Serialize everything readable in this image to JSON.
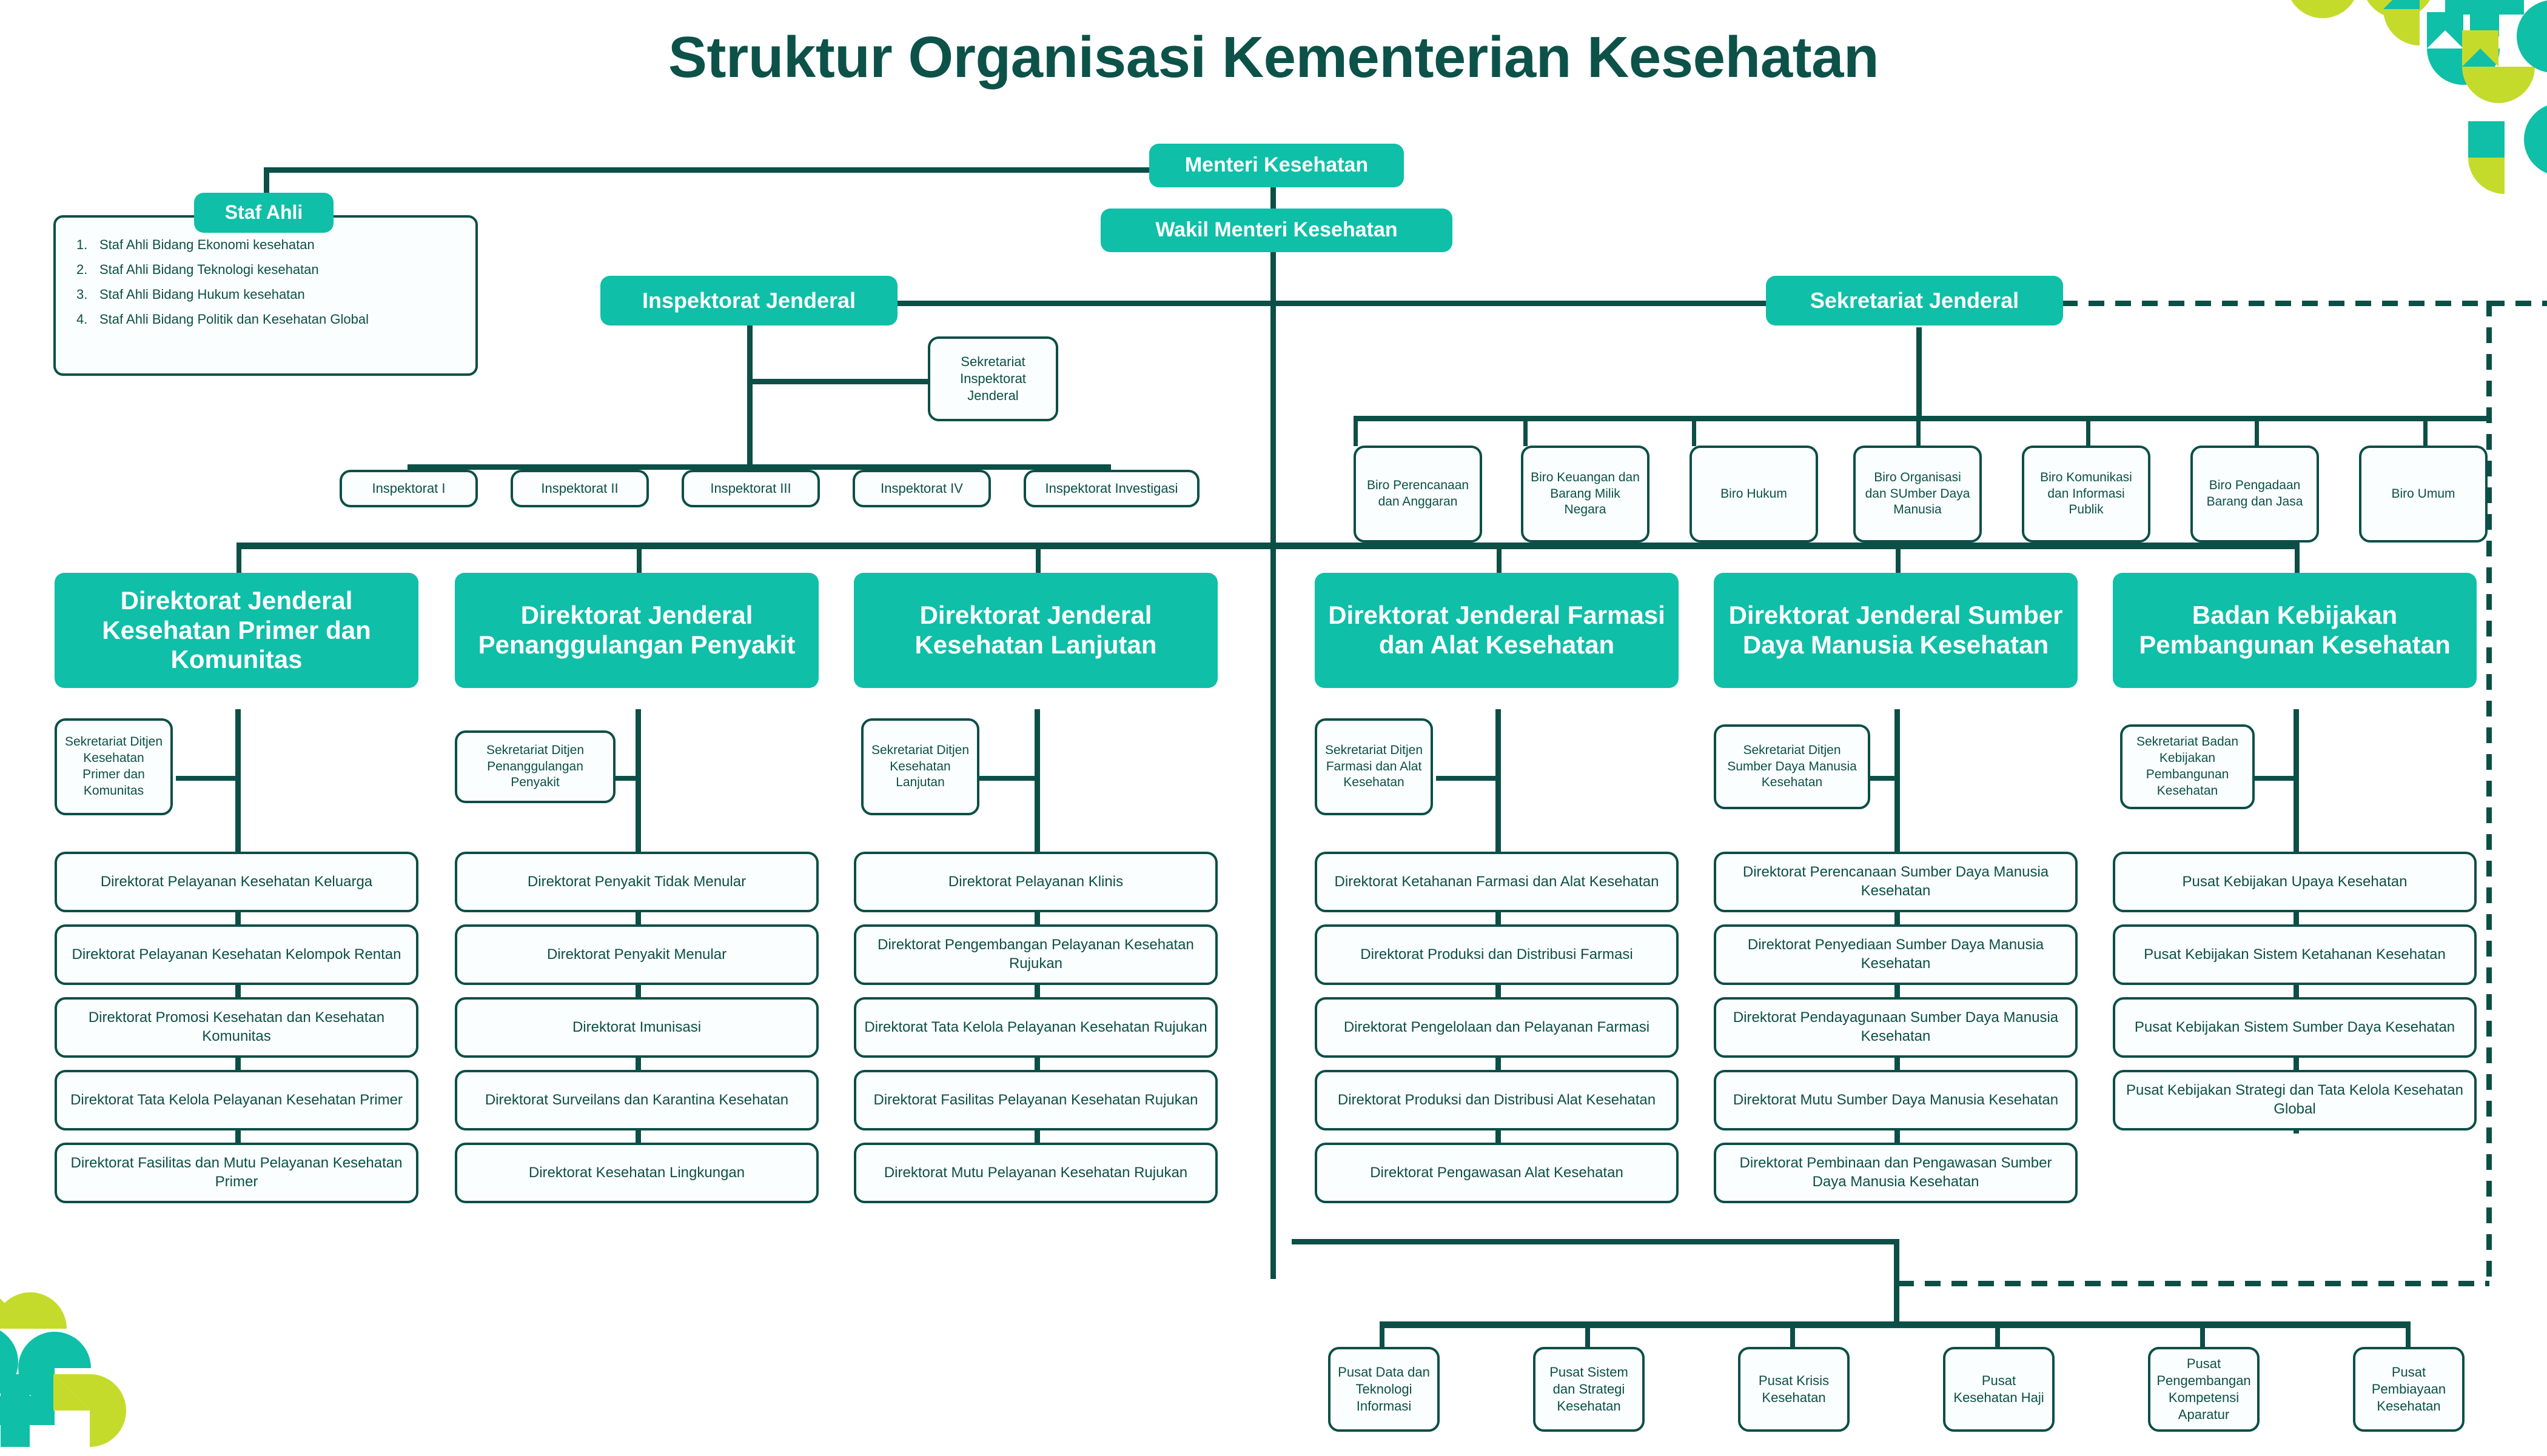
{
  "title": "Struktur Organisasi Kementerian Kesehatan",
  "colors": {
    "accent_teal": "#0FBFA8",
    "dark_green": "#0C4F47",
    "title_green": "#0C5249",
    "lime": "#C5DB2C",
    "box_bg": "#FBFEFE"
  },
  "top": {
    "menteri": "Menteri Kesehatan",
    "wakil_menteri": "Wakil Menteri Kesehatan"
  },
  "staf_ahli": {
    "header": "Staf Ahli",
    "items": [
      "Staf Ahli Bidang Ekonomi kesehatan",
      "Staf Ahli Bidang Teknologi kesehatan",
      "Staf Ahli Bidang Hukum kesehatan",
      "Staf Ahli Bidang Politik dan Kesehatan Global"
    ]
  },
  "inspektorat": {
    "header": "Inspektorat Jenderal",
    "sekretariat": "Sekretariat Inspektorat Jenderal",
    "units": [
      "Inspektorat I",
      "Inspektorat II",
      "Inspektorat III",
      "Inspektorat IV",
      "Inspektorat Investigasi"
    ]
  },
  "sekretariat_jenderal": {
    "header": "Sekretariat Jenderal",
    "biro": [
      "Biro Perencanaan dan Anggaran",
      "Biro Keuangan dan Barang Milik Negara",
      "Biro Hukum",
      "Biro Organisasi dan SUmber Daya Manusia",
      "Biro Komunikasi dan Informasi Publik",
      "Biro Pengadaan Barang dan Jasa",
      "Biro Umum"
    ]
  },
  "columns": [
    {
      "header": "Direktorat Jenderal Kesehatan Primer dan Komunitas",
      "sekretariat": "Sekretariat Ditjen Kesehatan Primer dan Komunitas",
      "units": [
        "Direktorat Pelayanan Kesehatan Keluarga",
        "Direktorat Pelayanan Kesehatan Kelompok Rentan",
        "Direktorat Promosi Kesehatan dan Kesehatan Komunitas",
        "Direktorat Tata Kelola Pelayanan Kesehatan Primer",
        "Direktorat Fasilitas dan Mutu Pelayanan Kesehatan Primer"
      ]
    },
    {
      "header": "Direktorat Jenderal Penanggulangan Penyakit",
      "sekretariat": "Sekretariat Ditjen Penanggulangan Penyakit",
      "units": [
        "Direktorat Penyakit Tidak Menular",
        "Direktorat Penyakit Menular",
        "Direktorat Imunisasi",
        "Direktorat Surveilans dan Karantina Kesehatan",
        "Direktorat Kesehatan Lingkungan"
      ]
    },
    {
      "header": "Direktorat Jenderal Kesehatan Lanjutan",
      "sekretariat": "Sekretariat Ditjen Kesehatan Lanjutan",
      "units": [
        "Direktorat Pelayanan Klinis",
        "Direktorat Pengembangan Pelayanan Kesehatan Rujukan",
        "Direktorat Tata Kelola Pelayanan Kesehatan Rujukan",
        "Direktorat Fasilitas Pelayanan Kesehatan Rujukan",
        "Direktorat Mutu Pelayanan Kesehatan Rujukan"
      ]
    },
    {
      "header": "Direktorat Jenderal Farmasi dan Alat Kesehatan",
      "sekretariat": "Sekretariat Ditjen Farmasi dan Alat Kesehatan",
      "units": [
        "Direktorat Ketahanan Farmasi dan Alat Kesehatan",
        "Direktorat Produksi dan Distribusi Farmasi",
        "Direktorat Pengelolaan dan Pelayanan Farmasi",
        "Direktorat Produksi dan Distribusi Alat Kesehatan",
        "Direktorat Pengawasan Alat Kesehatan"
      ]
    },
    {
      "header": "Direktorat Jenderal Sumber Daya Manusia Kesehatan",
      "sekretariat": "Sekretariat Ditjen Sumber Daya Manusia Kesehatan",
      "units": [
        "Direktorat Perencanaan Sumber Daya Manusia Kesehatan",
        "Direktorat Penyediaan Sumber Daya Manusia Kesehatan",
        "Direktorat Pendayagunaan Sumber Daya Manusia Kesehatan",
        "Direktorat Mutu Sumber Daya Manusia Kesehatan",
        "Direktorat Pembinaan dan Pengawasan Sumber Daya Manusia Kesehatan"
      ]
    },
    {
      "header": "Badan Kebijakan Pembangunan Kesehatan",
      "sekretariat": "Sekretariat Badan Kebijakan Pembangunan Kesehatan",
      "units": [
        "Pusat Kebijakan Upaya Kesehatan",
        "Pusat Kebijakan Sistem Ketahanan Kesehatan",
        "Pusat Kebijakan Sistem Sumber Daya Kesehatan",
        "Pusat Kebijakan Strategi dan Tata Kelola Kesehatan Global"
      ]
    }
  ],
  "pusat": [
    "Pusat Data dan Teknologi Informasi",
    "Pusat Sistem dan Strategi Kesehatan",
    "Pusat Krisis Kesehatan",
    "Pusat Kesehatan Haji",
    "Pusat Pengembangan Kompetensi Aparatur",
    "Pusat Pembiayaan Kesehatan"
  ]
}
